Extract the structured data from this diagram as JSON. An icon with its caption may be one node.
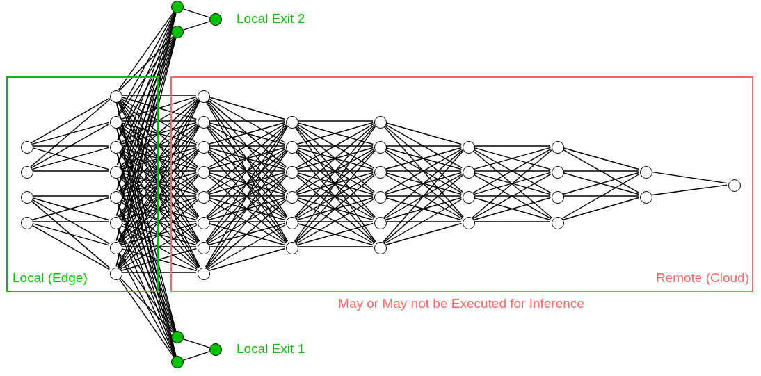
{
  "diagram": {
    "nodes": [
      {
        "text": [
          "Local (Edge)"
        ]
      },
      {
        "text": [
          "Remote (Cloud)"
        ],
        "beside": [
          "May or May not be Executed for Inference"
        ]
      },
      {
        "text": [],
        "shape": "circle",
        "in": 0
      },
      {
        "text": [],
        "shape": "circle",
        "in": 0
      },
      {
        "text": [],
        "shape": "circle",
        "in": 0
      },
      {
        "text": [],
        "shape": "circle",
        "in": 0
      },
      {
        "text": [],
        "shape": "circle",
        "in": 0
      },
      {
        "text": [],
        "shape": "circle",
        "in": 0
      },
      {
        "text": [],
        "shape": "circle",
        "in": 0
      },
      {
        "text": [],
        "shape": "circle",
        "in": 0
      },
      {
        "text": [],
        "shape": "circle",
        "in": 0
      },
      {
        "text": [],
        "shape": "circle",
        "in": 0
      },
      {
        "text": [],
        "shape": "circle",
        "in": 0
      },
      {
        "text": [],
        "shape": "circle",
        "in": 0
      },
      {
        "text": [],
        "shape": "circle",
        "in": 1
      },
      {
        "text": [],
        "shape": "circle",
        "in": 1
      },
      {
        "text": [],
        "shape": "circle",
        "in": 1
      },
      {
        "text": [],
        "shape": "circle",
        "in": 1
      },
      {
        "text": [],
        "shape": "circle",
        "in": 1
      },
      {
        "text": [],
        "shape": "circle",
        "in": 1
      },
      {
        "text": [],
        "shape": "circle",
        "in": 1
      },
      {
        "text": [],
        "shape": "circle",
        "in": 1
      },
      {
        "text": [],
        "shape": "circle",
        "in": 1
      },
      {
        "text": [],
        "shape": "circle",
        "in": 1
      },
      {
        "text": [],
        "shape": "circle",
        "in": 1
      },
      {
        "text": [],
        "shape": "circle",
        "in": 1
      },
      {
        "text": [],
        "shape": "circle",
        "in": 1
      },
      {
        "text": [],
        "shape": "circle",
        "in": 1
      },
      {
        "text": [],
        "shape": "circle",
        "in": 1
      },
      {
        "text": [],
        "shape": "circle",
        "in": 1
      },
      {
        "text": [],
        "shape": "circle",
        "in": 1
      },
      {
        "text": [],
        "shape": "circle",
        "in": 1
      },
      {
        "text": [],
        "shape": "circle",
        "in": 1
      },
      {
        "text": [],
        "shape": "circle",
        "in": 1
      },
      {
        "text": [],
        "shape": "circle",
        "in": 1
      },
      {
        "text": [],
        "shape": "circle",
        "in": 1
      },
      {
        "text": [],
        "shape": "circle",
        "in": 1
      },
      {
        "text": [],
        "shape": "circle",
        "in": 1
      },
      {
        "text": [],
        "shape": "circle",
        "in": 1
      },
      {
        "text": [],
        "shape": "circle",
        "in": 1
      },
      {
        "text": [],
        "shape": "circle",
        "in": 1
      },
      {
        "text": [],
        "shape": "circle",
        "in": 1
      },
      {
        "text": [],
        "shape": "circle",
        "in": 1
      },
      {
        "text": [],
        "shape": "circle",
        "in": 1
      },
      {
        "text": [],
        "shape": "circle",
        "in": 1
      },
      {
        "text": [],
        "shape": "circle"
      },
      {
        "text": [],
        "shape": "circle"
      },
      {
        "text": [],
        "shape": "circle",
        "beside": [
          "Local Exit 2"
        ]
      },
      {
        "text": [],
        "shape": "circle"
      },
      {
        "text": [],
        "shape": "circle"
      },
      {
        "text": [],
        "shape": "circle",
        "beside": [
          "Local Exit 1"
        ]
      }
    ],
    "edges": [
      {
        "from": 2,
        "to": 6,
        "arrow": "none"
      },
      {
        "from": 2,
        "to": 7,
        "arrow": "none"
      },
      {
        "from": 2,
        "to": 8,
        "arrow": "none"
      },
      {
        "from": 2,
        "to": 9,
        "arrow": "none"
      },
      {
        "from": 3,
        "to": 6,
        "arrow": "none"
      },
      {
        "from": 3,
        "to": 7,
        "arrow": "none"
      },
      {
        "from": 3,
        "to": 8,
        "arrow": "none"
      },
      {
        "from": 3,
        "to": 9,
        "arrow": "none"
      },
      {
        "from": 4,
        "to": 10,
        "arrow": "none"
      },
      {
        "from": 4,
        "to": 11,
        "arrow": "none"
      },
      {
        "from": 4,
        "to": 12,
        "arrow": "none"
      },
      {
        "from": 4,
        "to": 13,
        "arrow": "none"
      },
      {
        "from": 5,
        "to": 10,
        "arrow": "none"
      },
      {
        "from": 5,
        "to": 11,
        "arrow": "none"
      },
      {
        "from": 5,
        "to": 12,
        "arrow": "none"
      },
      {
        "from": 5,
        "to": 13,
        "arrow": "none"
      },
      {
        "from": 6,
        "to": 14,
        "arrow": "none"
      },
      {
        "from": 6,
        "to": 15,
        "arrow": "none"
      },
      {
        "from": 6,
        "to": 16,
        "arrow": "none"
      },
      {
        "from": 6,
        "to": 17,
        "arrow": "none"
      },
      {
        "from": 6,
        "to": 18,
        "arrow": "none"
      },
      {
        "from": 6,
        "to": 19,
        "arrow": "none"
      },
      {
        "from": 6,
        "to": 20,
        "arrow": "none"
      },
      {
        "from": 6,
        "to": 21,
        "arrow": "none"
      },
      {
        "from": 7,
        "to": 14,
        "arrow": "none"
      },
      {
        "from": 7,
        "to": 15,
        "arrow": "none"
      },
      {
        "from": 7,
        "to": 16,
        "arrow": "none"
      },
      {
        "from": 7,
        "to": 17,
        "arrow": "none"
      },
      {
        "from": 7,
        "to": 18,
        "arrow": "none"
      },
      {
        "from": 7,
        "to": 19,
        "arrow": "none"
      },
      {
        "from": 7,
        "to": 20,
        "arrow": "none"
      },
      {
        "from": 7,
        "to": 21,
        "arrow": "none"
      },
      {
        "from": 8,
        "to": 14,
        "arrow": "none"
      },
      {
        "from": 8,
        "to": 15,
        "arrow": "none"
      },
      {
        "from": 8,
        "to": 16,
        "arrow": "none"
      },
      {
        "from": 8,
        "to": 17,
        "arrow": "none"
      },
      {
        "from": 8,
        "to": 18,
        "arrow": "none"
      },
      {
        "from": 8,
        "to": 19,
        "arrow": "none"
      },
      {
        "from": 8,
        "to": 20,
        "arrow": "none"
      },
      {
        "from": 8,
        "to": 21,
        "arrow": "none"
      },
      {
        "from": 9,
        "to": 14,
        "arrow": "none"
      },
      {
        "from": 9,
        "to": 15,
        "arrow": "none"
      },
      {
        "from": 9,
        "to": 16,
        "arrow": "none"
      },
      {
        "from": 9,
        "to": 17,
        "arrow": "none"
      },
      {
        "from": 9,
        "to": 18,
        "arrow": "none"
      },
      {
        "from": 9,
        "to": 19,
        "arrow": "none"
      },
      {
        "from": 9,
        "to": 20,
        "arrow": "none"
      },
      {
        "from": 9,
        "to": 21,
        "arrow": "none"
      },
      {
        "from": 10,
        "to": 14,
        "arrow": "none"
      },
      {
        "from": 10,
        "to": 15,
        "arrow": "none"
      },
      {
        "from": 10,
        "to": 16,
        "arrow": "none"
      },
      {
        "from": 10,
        "to": 17,
        "arrow": "none"
      },
      {
        "from": 10,
        "to": 18,
        "arrow": "none"
      },
      {
        "from": 10,
        "to": 19,
        "arrow": "none"
      },
      {
        "from": 10,
        "to": 20,
        "arrow": "none"
      },
      {
        "from": 10,
        "to": 21,
        "arrow": "none"
      },
      {
        "from": 11,
        "to": 14,
        "arrow": "none"
      },
      {
        "from": 11,
        "to": 15,
        "arrow": "none"
      },
      {
        "from": 11,
        "to": 16,
        "arrow": "none"
      },
      {
        "from": 11,
        "to": 17,
        "arrow": "none"
      },
      {
        "from": 11,
        "to": 18,
        "arrow": "none"
      },
      {
        "from": 11,
        "to": 19,
        "arrow": "none"
      },
      {
        "from": 11,
        "to": 20,
        "arrow": "none"
      },
      {
        "from": 11,
        "to": 21,
        "arrow": "none"
      },
      {
        "from": 12,
        "to": 14,
        "arrow": "none"
      },
      {
        "from": 12,
        "to": 15,
        "arrow": "none"
      },
      {
        "from": 12,
        "to": 16,
        "arrow": "none"
      },
      {
        "from": 12,
        "to": 17,
        "arrow": "none"
      },
      {
        "from": 12,
        "to": 18,
        "arrow": "none"
      },
      {
        "from": 12,
        "to": 19,
        "arrow": "none"
      },
      {
        "from": 12,
        "to": 20,
        "arrow": "none"
      },
      {
        "from": 12,
        "to": 21,
        "arrow": "none"
      },
      {
        "from": 13,
        "to": 14,
        "arrow": "none"
      },
      {
        "from": 13,
        "to": 15,
        "arrow": "none"
      },
      {
        "from": 13,
        "to": 16,
        "arrow": "none"
      },
      {
        "from": 13,
        "to": 17,
        "arrow": "none"
      },
      {
        "from": 13,
        "to": 18,
        "arrow": "none"
      },
      {
        "from": 13,
        "to": 19,
        "arrow": "none"
      },
      {
        "from": 13,
        "to": 20,
        "arrow": "none"
      },
      {
        "from": 13,
        "to": 21,
        "arrow": "none"
      },
      {
        "from": 6,
        "to": 45,
        "arrow": "none"
      },
      {
        "from": 7,
        "to": 45,
        "arrow": "none"
      },
      {
        "from": 8,
        "to": 45,
        "arrow": "none"
      },
      {
        "from": 9,
        "to": 45,
        "arrow": "none"
      },
      {
        "from": 10,
        "to": 45,
        "arrow": "none"
      },
      {
        "from": 11,
        "to": 45,
        "arrow": "none"
      },
      {
        "from": 12,
        "to": 45,
        "arrow": "none"
      },
      {
        "from": 13,
        "to": 45,
        "arrow": "none"
      },
      {
        "from": 6,
        "to": 46,
        "arrow": "none"
      },
      {
        "from": 7,
        "to": 46,
        "arrow": "none"
      },
      {
        "from": 8,
        "to": 46,
        "arrow": "none"
      },
      {
        "from": 9,
        "to": 46,
        "arrow": "none"
      },
      {
        "from": 10,
        "to": 46,
        "arrow": "none"
      },
      {
        "from": 11,
        "to": 46,
        "arrow": "none"
      },
      {
        "from": 12,
        "to": 46,
        "arrow": "none"
      },
      {
        "from": 13,
        "to": 46,
        "arrow": "none"
      },
      {
        "from": 6,
        "to": 48,
        "arrow": "none"
      },
      {
        "from": 7,
        "to": 48,
        "arrow": "none"
      },
      {
        "from": 8,
        "to": 48,
        "arrow": "none"
      },
      {
        "from": 9,
        "to": 48,
        "arrow": "none"
      },
      {
        "from": 10,
        "to": 48,
        "arrow": "none"
      },
      {
        "from": 11,
        "to": 48,
        "arrow": "none"
      },
      {
        "from": 12,
        "to": 48,
        "arrow": "none"
      },
      {
        "from": 13,
        "to": 48,
        "arrow": "none"
      },
      {
        "from": 6,
        "to": 49,
        "arrow": "none"
      },
      {
        "from": 7,
        "to": 49,
        "arrow": "none"
      },
      {
        "from": 8,
        "to": 49,
        "arrow": "none"
      },
      {
        "from": 9,
        "to": 49,
        "arrow": "none"
      },
      {
        "from": 10,
        "to": 49,
        "arrow": "none"
      },
      {
        "from": 11,
        "to": 49,
        "arrow": "none"
      },
      {
        "from": 12,
        "to": 49,
        "arrow": "none"
      },
      {
        "from": 13,
        "to": 49,
        "arrow": "none"
      },
      {
        "from": 14,
        "to": 22,
        "arrow": "none"
      },
      {
        "from": 14,
        "to": 23,
        "arrow": "none"
      },
      {
        "from": 14,
        "to": 24,
        "arrow": "none"
      },
      {
        "from": 14,
        "to": 25,
        "arrow": "none"
      },
      {
        "from": 14,
        "to": 26,
        "arrow": "none"
      },
      {
        "from": 14,
        "to": 27,
        "arrow": "none"
      },
      {
        "from": 15,
        "to": 22,
        "arrow": "none"
      },
      {
        "from": 15,
        "to": 23,
        "arrow": "none"
      },
      {
        "from": 15,
        "to": 24,
        "arrow": "none"
      },
      {
        "from": 15,
        "to": 25,
        "arrow": "none"
      },
      {
        "from": 15,
        "to": 26,
        "arrow": "none"
      },
      {
        "from": 15,
        "to": 27,
        "arrow": "none"
      },
      {
        "from": 16,
        "to": 22,
        "arrow": "none"
      },
      {
        "from": 16,
        "to": 23,
        "arrow": "none"
      },
      {
        "from": 16,
        "to": 24,
        "arrow": "none"
      },
      {
        "from": 16,
        "to": 25,
        "arrow": "none"
      },
      {
        "from": 16,
        "to": 26,
        "arrow": "none"
      },
      {
        "from": 16,
        "to": 27,
        "arrow": "none"
      },
      {
        "from": 17,
        "to": 22,
        "arrow": "none"
      },
      {
        "from": 17,
        "to": 23,
        "arrow": "none"
      },
      {
        "from": 17,
        "to": 24,
        "arrow": "none"
      },
      {
        "from": 17,
        "to": 25,
        "arrow": "none"
      },
      {
        "from": 17,
        "to": 26,
        "arrow": "none"
      },
      {
        "from": 17,
        "to": 27,
        "arrow": "none"
      },
      {
        "from": 18,
        "to": 22,
        "arrow": "none"
      },
      {
        "from": 18,
        "to": 23,
        "arrow": "none"
      },
      {
        "from": 18,
        "to": 24,
        "arrow": "none"
      },
      {
        "from": 18,
        "to": 25,
        "arrow": "none"
      },
      {
        "from": 18,
        "to": 26,
        "arrow": "none"
      },
      {
        "from": 18,
        "to": 27,
        "arrow": "none"
      },
      {
        "from": 19,
        "to": 22,
        "arrow": "none"
      },
      {
        "from": 19,
        "to": 23,
        "arrow": "none"
      },
      {
        "from": 19,
        "to": 24,
        "arrow": "none"
      },
      {
        "from": 19,
        "to": 25,
        "arrow": "none"
      },
      {
        "from": 19,
        "to": 26,
        "arrow": "none"
      },
      {
        "from": 19,
        "to": 27,
        "arrow": "none"
      },
      {
        "from": 20,
        "to": 22,
        "arrow": "none"
      },
      {
        "from": 20,
        "to": 23,
        "arrow": "none"
      },
      {
        "from": 20,
        "to": 24,
        "arrow": "none"
      },
      {
        "from": 20,
        "to": 25,
        "arrow": "none"
      },
      {
        "from": 20,
        "to": 26,
        "arrow": "none"
      },
      {
        "from": 20,
        "to": 27,
        "arrow": "none"
      },
      {
        "from": 21,
        "to": 22,
        "arrow": "none"
      },
      {
        "from": 21,
        "to": 23,
        "arrow": "none"
      },
      {
        "from": 21,
        "to": 24,
        "arrow": "none"
      },
      {
        "from": 21,
        "to": 25,
        "arrow": "none"
      },
      {
        "from": 21,
        "to": 26,
        "arrow": "none"
      },
      {
        "from": 21,
        "to": 27,
        "arrow": "none"
      },
      {
        "from": 22,
        "to": 28,
        "arrow": "none"
      },
      {
        "from": 22,
        "to": 29,
        "arrow": "none"
      },
      {
        "from": 22,
        "to": 30,
        "arrow": "none"
      },
      {
        "from": 22,
        "to": 31,
        "arrow": "none"
      },
      {
        "from": 22,
        "to": 32,
        "arrow": "none"
      },
      {
        "from": 22,
        "to": 33,
        "arrow": "none"
      },
      {
        "from": 23,
        "to": 28,
        "arrow": "none"
      },
      {
        "from": 23,
        "to": 29,
        "arrow": "none"
      },
      {
        "from": 23,
        "to": 30,
        "arrow": "none"
      },
      {
        "from": 23,
        "to": 31,
        "arrow": "none"
      },
      {
        "from": 23,
        "to": 32,
        "arrow": "none"
      },
      {
        "from": 23,
        "to": 33,
        "arrow": "none"
      },
      {
        "from": 24,
        "to": 28,
        "arrow": "none"
      },
      {
        "from": 24,
        "to": 29,
        "arrow": "none"
      },
      {
        "from": 24,
        "to": 30,
        "arrow": "none"
      },
      {
        "from": 24,
        "to": 31,
        "arrow": "none"
      },
      {
        "from": 24,
        "to": 32,
        "arrow": "none"
      },
      {
        "from": 24,
        "to": 33,
        "arrow": "none"
      },
      {
        "from": 25,
        "to": 28,
        "arrow": "none"
      },
      {
        "from": 25,
        "to": 29,
        "arrow": "none"
      },
      {
        "from": 25,
        "to": 30,
        "arrow": "none"
      },
      {
        "from": 25,
        "to": 31,
        "arrow": "none"
      },
      {
        "from": 25,
        "to": 32,
        "arrow": "none"
      },
      {
        "from": 25,
        "to": 33,
        "arrow": "none"
      },
      {
        "from": 26,
        "to": 28,
        "arrow": "none"
      },
      {
        "from": 26,
        "to": 29,
        "arrow": "none"
      },
      {
        "from": 26,
        "to": 30,
        "arrow": "none"
      },
      {
        "from": 26,
        "to": 31,
        "arrow": "none"
      },
      {
        "from": 26,
        "to": 32,
        "arrow": "none"
      },
      {
        "from": 26,
        "to": 33,
        "arrow": "none"
      },
      {
        "from": 27,
        "to": 28,
        "arrow": "none"
      },
      {
        "from": 27,
        "to": 29,
        "arrow": "none"
      },
      {
        "from": 27,
        "to": 30,
        "arrow": "none"
      },
      {
        "from": 27,
        "to": 31,
        "arrow": "none"
      },
      {
        "from": 27,
        "to": 32,
        "arrow": "none"
      },
      {
        "from": 27,
        "to": 33,
        "arrow": "none"
      },
      {
        "from": 28,
        "to": 34,
        "arrow": "none"
      },
      {
        "from": 28,
        "to": 35,
        "arrow": "none"
      },
      {
        "from": 28,
        "to": 36,
        "arrow": "none"
      },
      {
        "from": 28,
        "to": 37,
        "arrow": "none"
      },
      {
        "from": 29,
        "to": 34,
        "arrow": "none"
      },
      {
        "from": 29,
        "to": 35,
        "arrow": "none"
      },
      {
        "from": 29,
        "to": 36,
        "arrow": "none"
      },
      {
        "from": 29,
        "to": 37,
        "arrow": "none"
      },
      {
        "from": 30,
        "to": 34,
        "arrow": "none"
      },
      {
        "from": 30,
        "to": 35,
        "arrow": "none"
      },
      {
        "from": 30,
        "to": 36,
        "arrow": "none"
      },
      {
        "from": 30,
        "to": 37,
        "arrow": "none"
      },
      {
        "from": 31,
        "to": 34,
        "arrow": "none"
      },
      {
        "from": 31,
        "to": 35,
        "arrow": "none"
      },
      {
        "from": 31,
        "to": 36,
        "arrow": "none"
      },
      {
        "from": 31,
        "to": 37,
        "arrow": "none"
      },
      {
        "from": 32,
        "to": 34,
        "arrow": "none"
      },
      {
        "from": 32,
        "to": 35,
        "arrow": "none"
      },
      {
        "from": 32,
        "to": 36,
        "arrow": "none"
      },
      {
        "from": 32,
        "to": 37,
        "arrow": "none"
      },
      {
        "from": 33,
        "to": 34,
        "arrow": "none"
      },
      {
        "from": 33,
        "to": 35,
        "arrow": "none"
      },
      {
        "from": 33,
        "to": 36,
        "arrow": "none"
      },
      {
        "from": 33,
        "to": 37,
        "arrow": "none"
      },
      {
        "from": 34,
        "to": 38,
        "arrow": "none"
      },
      {
        "from": 34,
        "to": 39,
        "arrow": "none"
      },
      {
        "from": 34,
        "to": 40,
        "arrow": "none"
      },
      {
        "from": 34,
        "to": 41,
        "arrow": "none"
      },
      {
        "from": 35,
        "to": 38,
        "arrow": "none"
      },
      {
        "from": 35,
        "to": 39,
        "arrow": "none"
      },
      {
        "from": 35,
        "to": 40,
        "arrow": "none"
      },
      {
        "from": 35,
        "to": 41,
        "arrow": "none"
      },
      {
        "from": 36,
        "to": 38,
        "arrow": "none"
      },
      {
        "from": 36,
        "to": 39,
        "arrow": "none"
      },
      {
        "from": 36,
        "to": 40,
        "arrow": "none"
      },
      {
        "from": 36,
        "to": 41,
        "arrow": "none"
      },
      {
        "from": 37,
        "to": 38,
        "arrow": "none"
      },
      {
        "from": 37,
        "to": 39,
        "arrow": "none"
      },
      {
        "from": 37,
        "to": 40,
        "arrow": "none"
      },
      {
        "from": 37,
        "to": 41,
        "arrow": "none"
      },
      {
        "from": 38,
        "to": 42,
        "arrow": "none"
      },
      {
        "from": 38,
        "to": 43,
        "arrow": "none"
      },
      {
        "from": 39,
        "to": 42,
        "arrow": "none"
      },
      {
        "from": 39,
        "to": 43,
        "arrow": "none"
      },
      {
        "from": 40,
        "to": 42,
        "arrow": "none"
      },
      {
        "from": 40,
        "to": 43,
        "arrow": "none"
      },
      {
        "from": 41,
        "to": 42,
        "arrow": "none"
      },
      {
        "from": 41,
        "to": 43,
        "arrow": "none"
      },
      {
        "from": 42,
        "to": 44,
        "arrow": "none"
      },
      {
        "from": 43,
        "to": 44,
        "arrow": "none"
      },
      {
        "from": 45,
        "to": 47,
        "arrow": "none"
      },
      {
        "from": 46,
        "to": 47,
        "arrow": "none"
      },
      {
        "from": 48,
        "to": 50,
        "arrow": "none"
      },
      {
        "from": 49,
        "to": 50,
        "arrow": "none"
      }
    ]
  }
}
